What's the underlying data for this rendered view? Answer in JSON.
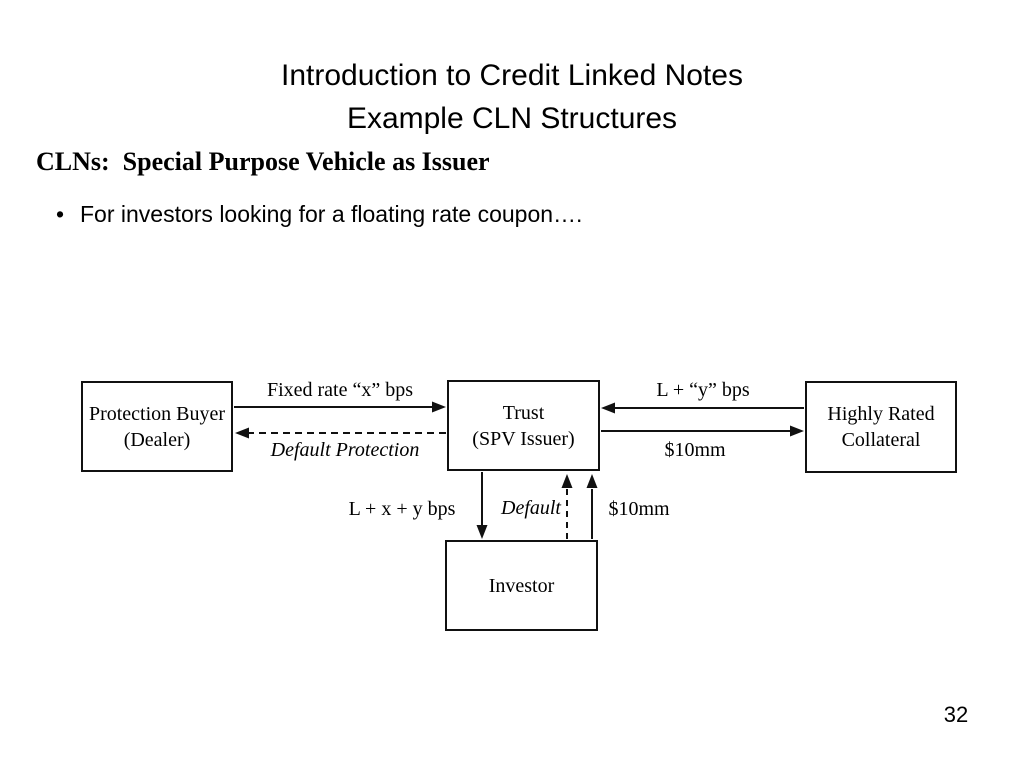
{
  "title": {
    "line1": "Introduction to Credit Linked Notes",
    "line2": "Example CLN Structures"
  },
  "heading": "CLNs:  Special Purpose Vehicle as Issuer",
  "bullet": {
    "marker": "•",
    "text": "For investors looking for a floating rate coupon…."
  },
  "diagram": {
    "boxes": {
      "protection_buyer": {
        "line1": "Protection Buyer",
        "line2": "(Dealer)"
      },
      "trust": {
        "line1": "Trust",
        "line2": "(SPV Issuer)"
      },
      "collateral": {
        "line1": "Highly Rated",
        "line2": "Collateral"
      },
      "investor": {
        "line1": "Investor"
      }
    },
    "labels": {
      "fixed_rate": "Fixed rate “x” bps",
      "default_protection": "Default Protection",
      "l_plus_y": "L + “y” bps",
      "ten_mm_collateral": "$10mm",
      "l_x_y": "L + x + y bps",
      "default_flow": "Default",
      "ten_mm_investor": "$10mm"
    }
  },
  "page_number": "32",
  "colors": {
    "background": "#ffffff",
    "text": "#000000",
    "line": "#111111"
  }
}
